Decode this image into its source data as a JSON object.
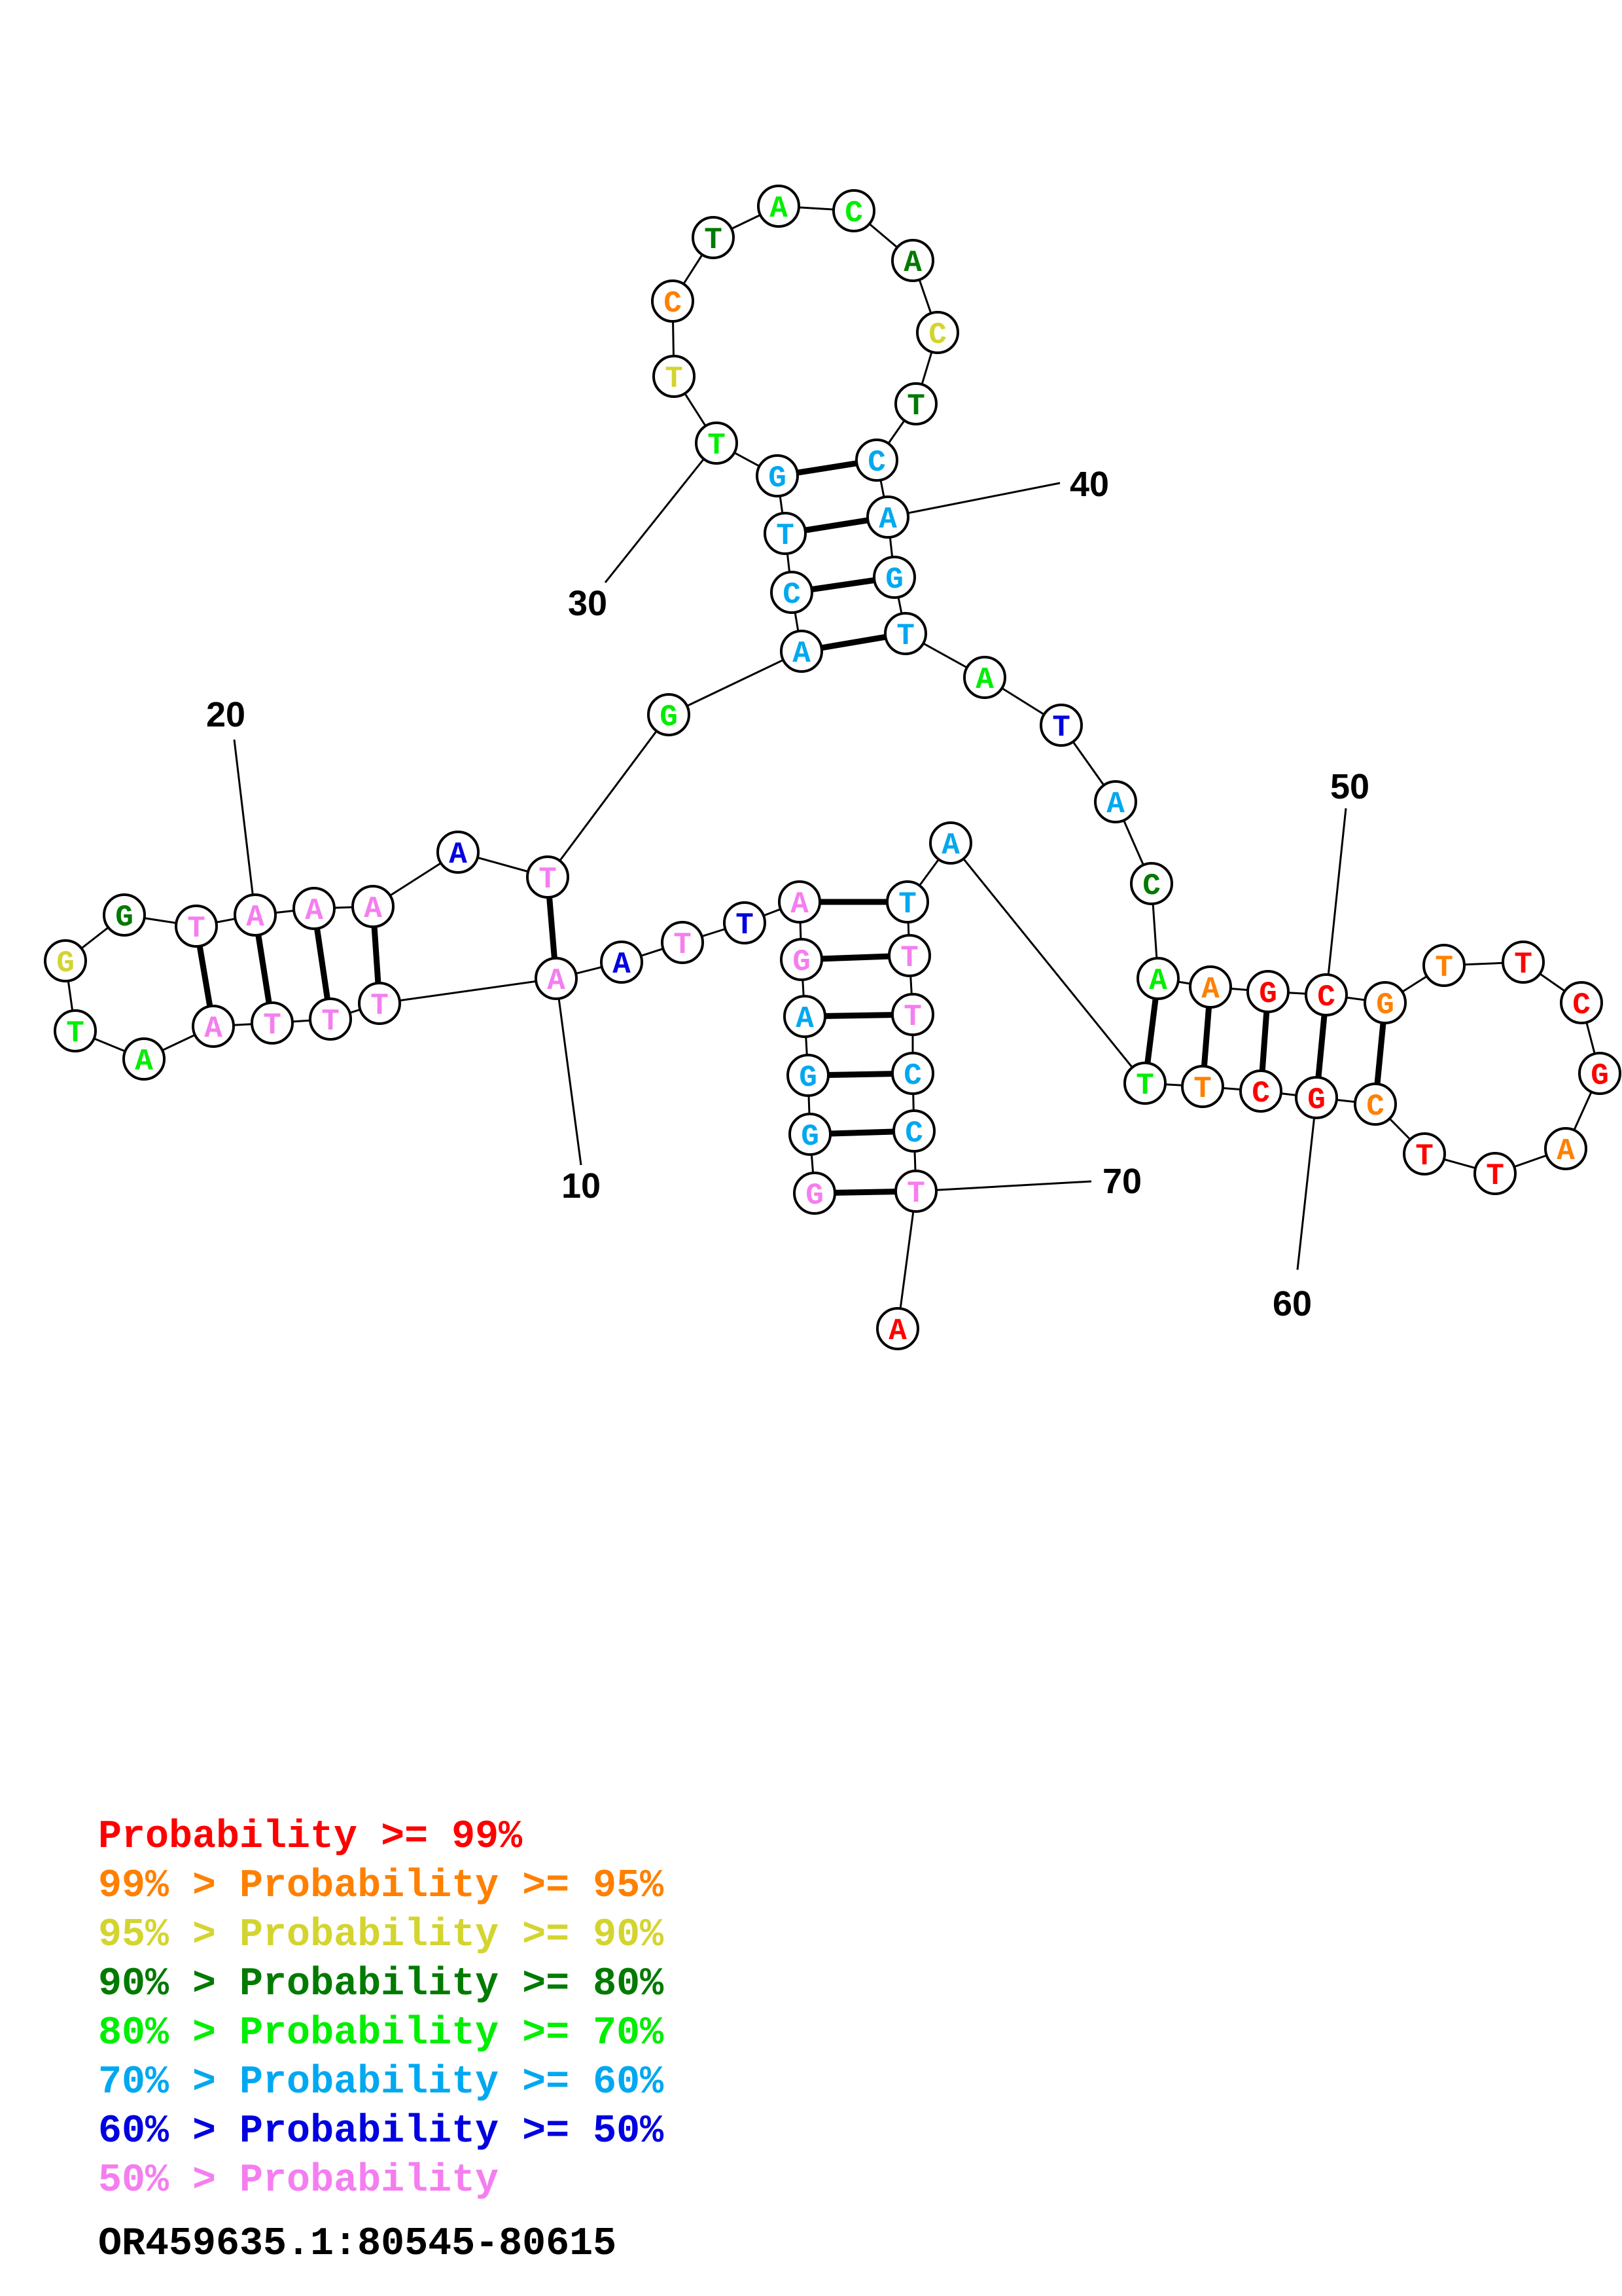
{
  "figure": {
    "type": "rna-secondary-structure",
    "sequence_id": "OR459635.1:80545-80615",
    "color_scale": {
      "red": "#ff0000",
      "orange": "#ff8000",
      "yellow": "#d4d430",
      "darkgreen": "#007a00",
      "green": "#00ee00",
      "cyan": "#00a8f0",
      "blue": "#0000e0",
      "pink": "#f47ef0"
    },
    "nucleotides": [
      {
        "n": 1,
        "base": "G",
        "color": "pink"
      },
      {
        "n": 2,
        "base": "G",
        "color": "cyan"
      },
      {
        "n": 3,
        "base": "G",
        "color": "cyan"
      },
      {
        "n": 4,
        "base": "A",
        "color": "cyan"
      },
      {
        "n": 5,
        "base": "G",
        "color": "pink"
      },
      {
        "n": 6,
        "base": "A",
        "color": "pink"
      },
      {
        "n": 7,
        "base": "T",
        "color": "blue"
      },
      {
        "n": 8,
        "base": "T",
        "color": "pink"
      },
      {
        "n": 9,
        "base": "A",
        "color": "blue"
      },
      {
        "n": 10,
        "base": "A",
        "color": "pink"
      },
      {
        "n": 11,
        "base": "T",
        "color": "pink"
      },
      {
        "n": 12,
        "base": "T",
        "color": "pink"
      },
      {
        "n": 13,
        "base": "T",
        "color": "pink"
      },
      {
        "n": 14,
        "base": "A",
        "color": "pink"
      },
      {
        "n": 15,
        "base": "A",
        "color": "green"
      },
      {
        "n": 16,
        "base": "T",
        "color": "green"
      },
      {
        "n": 17,
        "base": "G",
        "color": "yellow"
      },
      {
        "n": 18,
        "base": "G",
        "color": "darkgreen"
      },
      {
        "n": 19,
        "base": "T",
        "color": "pink"
      },
      {
        "n": 20,
        "base": "A",
        "color": "pink"
      },
      {
        "n": 21,
        "base": "A",
        "color": "pink"
      },
      {
        "n": 22,
        "base": "A",
        "color": "pink"
      },
      {
        "n": 23,
        "base": "A",
        "color": "blue"
      },
      {
        "n": 24,
        "base": "T",
        "color": "pink"
      },
      {
        "n": 25,
        "base": "G",
        "color": "green"
      },
      {
        "n": 26,
        "base": "A",
        "color": "cyan"
      },
      {
        "n": 27,
        "base": "C",
        "color": "cyan"
      },
      {
        "n": 28,
        "base": "T",
        "color": "cyan"
      },
      {
        "n": 29,
        "base": "G",
        "color": "cyan"
      },
      {
        "n": 30,
        "base": "T",
        "color": "green"
      },
      {
        "n": 31,
        "base": "T",
        "color": "yellow"
      },
      {
        "n": 32,
        "base": "C",
        "color": "orange"
      },
      {
        "n": 33,
        "base": "T",
        "color": "darkgreen"
      },
      {
        "n": 34,
        "base": "A",
        "color": "green"
      },
      {
        "n": 35,
        "base": "C",
        "color": "green"
      },
      {
        "n": 36,
        "base": "A",
        "color": "darkgreen"
      },
      {
        "n": 37,
        "base": "C",
        "color": "yellow"
      },
      {
        "n": 38,
        "base": "T",
        "color": "darkgreen"
      },
      {
        "n": 39,
        "base": "C",
        "color": "cyan"
      },
      {
        "n": 40,
        "base": "A",
        "color": "cyan"
      },
      {
        "n": 41,
        "base": "G",
        "color": "cyan"
      },
      {
        "n": 42,
        "base": "T",
        "color": "cyan"
      },
      {
        "n": 43,
        "base": "A",
        "color": "green"
      },
      {
        "n": 44,
        "base": "T",
        "color": "blue"
      },
      {
        "n": 45,
        "base": "A",
        "color": "cyan"
      },
      {
        "n": 46,
        "base": "C",
        "color": "darkgreen"
      },
      {
        "n": 47,
        "base": "A",
        "color": "green"
      },
      {
        "n": 48,
        "base": "A",
        "color": "orange"
      },
      {
        "n": 49,
        "base": "G",
        "color": "red"
      },
      {
        "n": 50,
        "base": "C",
        "color": "red"
      },
      {
        "n": 51,
        "base": "G",
        "color": "orange"
      },
      {
        "n": 52,
        "base": "T",
        "color": "orange"
      },
      {
        "n": 53,
        "base": "T",
        "color": "red"
      },
      {
        "n": 54,
        "base": "C",
        "color": "red"
      },
      {
        "n": 55,
        "base": "G",
        "color": "red"
      },
      {
        "n": 56,
        "base": "A",
        "color": "orange"
      },
      {
        "n": 57,
        "base": "T",
        "color": "red"
      },
      {
        "n": 58,
        "base": "T",
        "color": "red"
      },
      {
        "n": 59,
        "base": "C",
        "color": "orange"
      },
      {
        "n": 60,
        "base": "G",
        "color": "red"
      },
      {
        "n": 61,
        "base": "C",
        "color": "red"
      },
      {
        "n": 62,
        "base": "T",
        "color": "orange"
      },
      {
        "n": 63,
        "base": "T",
        "color": "green"
      },
      {
        "n": 64,
        "base": "A",
        "color": "cyan"
      },
      {
        "n": 65,
        "base": "T",
        "color": "cyan"
      },
      {
        "n": 66,
        "base": "T",
        "color": "pink"
      },
      {
        "n": 67,
        "base": "T",
        "color": "pink"
      },
      {
        "n": 68,
        "base": "C",
        "color": "cyan"
      },
      {
        "n": 69,
        "base": "C",
        "color": "cyan"
      },
      {
        "n": 70,
        "base": "T",
        "color": "pink"
      },
      {
        "n": 71,
        "base": "A",
        "color": "red"
      }
    ],
    "base_pairs": [
      [
        1,
        70
      ],
      [
        2,
        69
      ],
      [
        3,
        68
      ],
      [
        4,
        67
      ],
      [
        5,
        66
      ],
      [
        6,
        65
      ],
      [
        10,
        24
      ],
      [
        11,
        22
      ],
      [
        12,
        21
      ],
      [
        13,
        20
      ],
      [
        14,
        19
      ],
      [
        26,
        42
      ],
      [
        27,
        41
      ],
      [
        28,
        40
      ],
      [
        29,
        39
      ],
      [
        47,
        63
      ],
      [
        48,
        62
      ],
      [
        49,
        61
      ],
      [
        50,
        60
      ],
      [
        51,
        59
      ]
    ],
    "position_labels": [
      "10",
      "20",
      "30",
      "40",
      "50",
      "60",
      "70"
    ],
    "legend": [
      {
        "prefix": "",
        "label": "Probability >= 99%",
        "color": "red"
      },
      {
        "prefix": "99% > ",
        "label": "Probability >= 95%",
        "color": "orange"
      },
      {
        "prefix": "95% > ",
        "label": "Probability >= 90%",
        "color": "yellow"
      },
      {
        "prefix": "90% > ",
        "label": "Probability >= 80%",
        "color": "darkgreen"
      },
      {
        "prefix": "80% > ",
        "label": "Probability >= 70%",
        "color": "green"
      },
      {
        "prefix": "70% > ",
        "label": "Probability >= 60%",
        "color": "cyan"
      },
      {
        "prefix": "60% > ",
        "label": "Probability >= 50%",
        "color": "blue"
      },
      {
        "prefix": "50% > ",
        "label": "Probability",
        "color": "pink"
      }
    ]
  }
}
